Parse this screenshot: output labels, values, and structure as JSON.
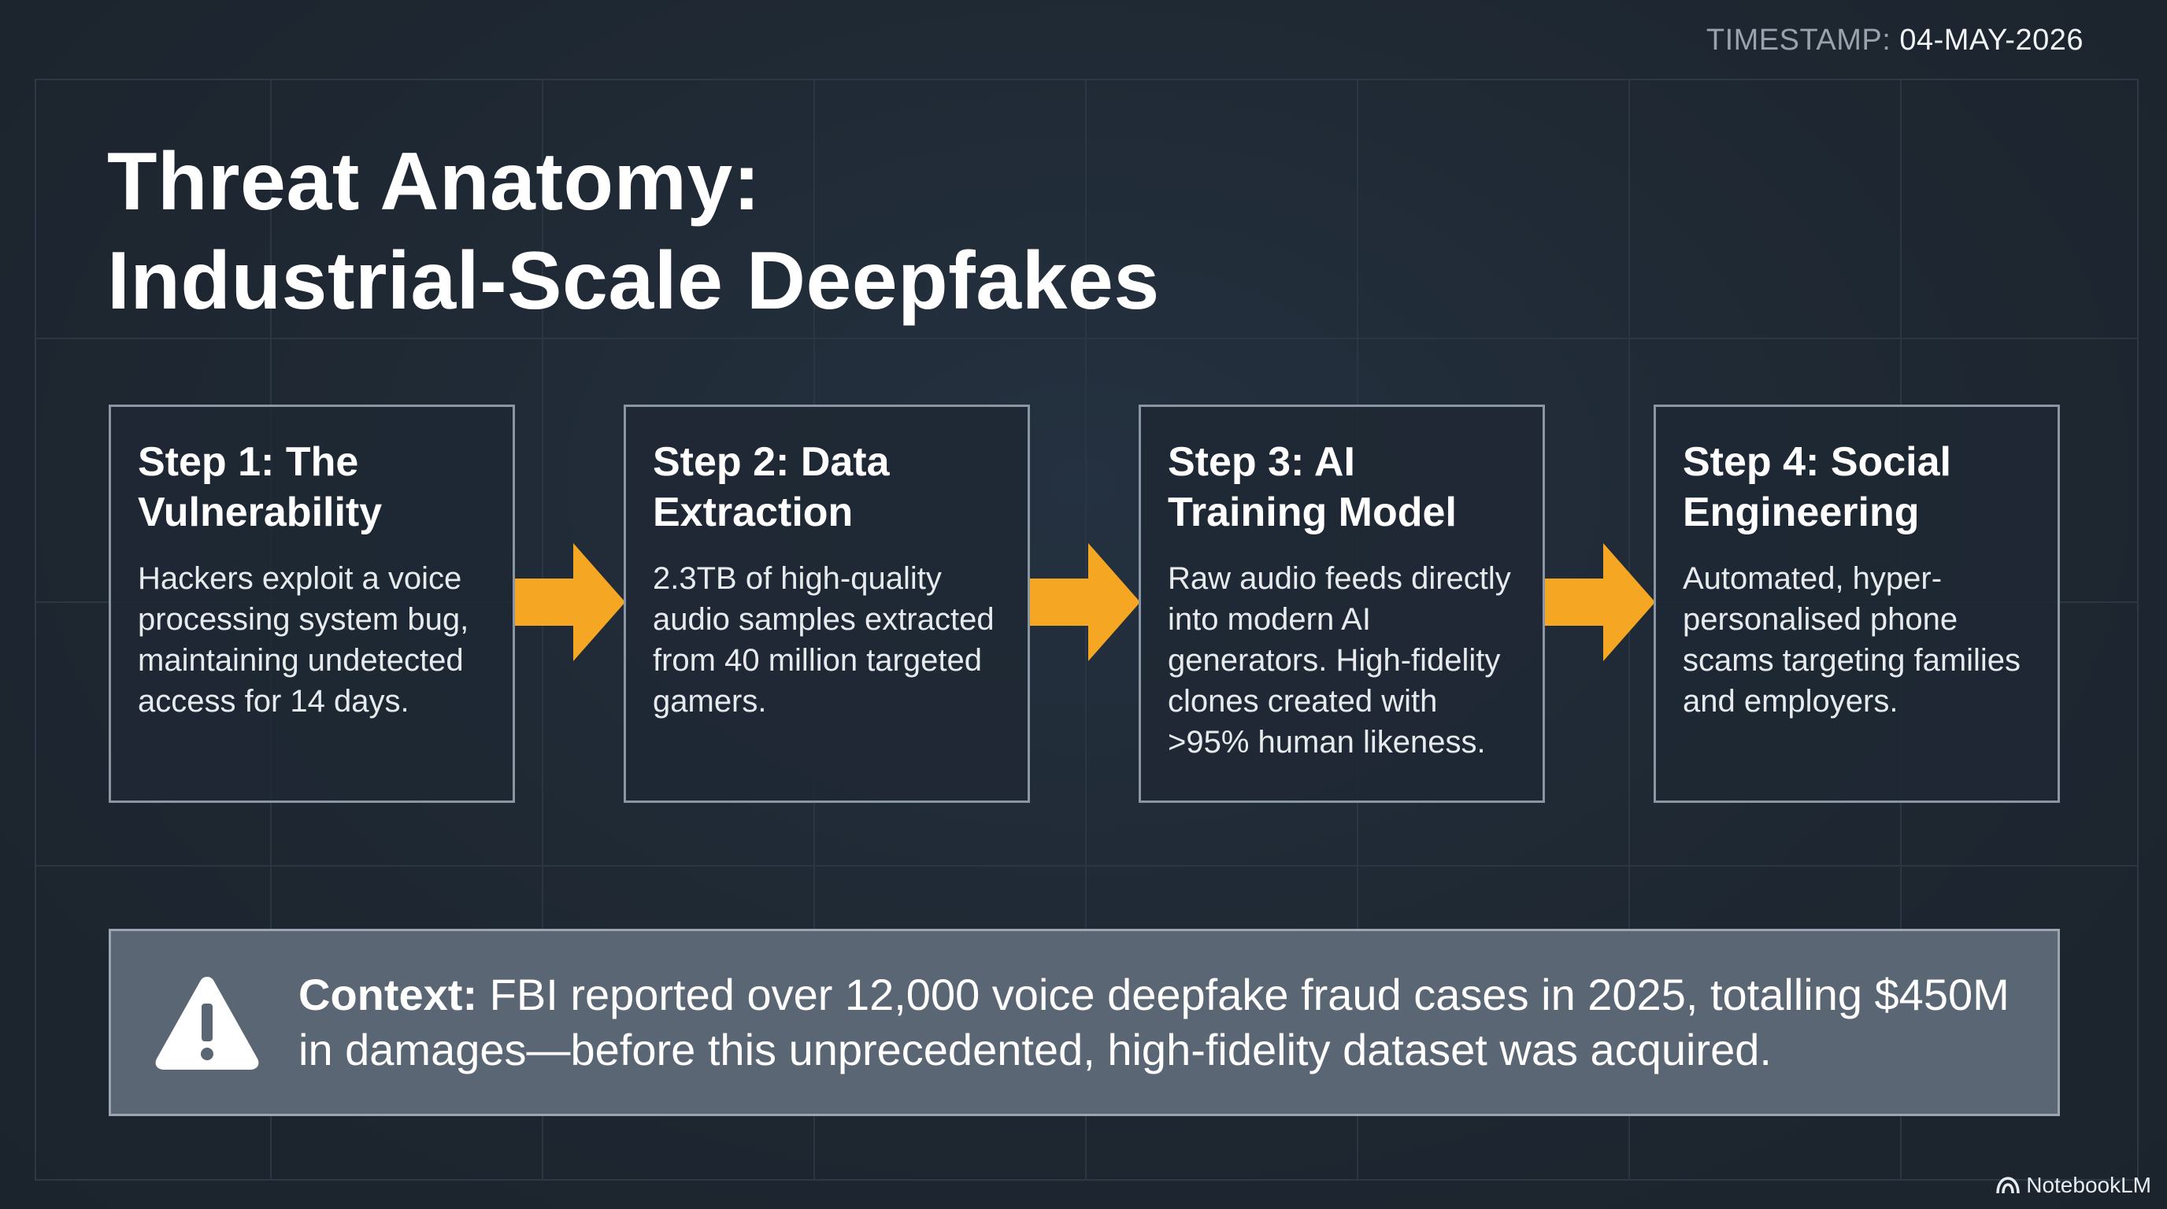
{
  "timestamp": {
    "label": "TIMESTAMP:",
    "value": "04-MAY-2026"
  },
  "title": {
    "line1": "Threat Anatomy:",
    "line2": "Industrial-Scale Deepfakes"
  },
  "steps": [
    {
      "title": "Step 1: The Vulnerability",
      "body": "Hackers exploit a voice processing system bug, maintaining undetected access for 14 days."
    },
    {
      "title": "Step 2: Data Extraction",
      "body": "2.3TB of high-quality audio samples extracted from 40 million targeted gamers."
    },
    {
      "title": "Step 3: AI Training Model",
      "body": "Raw audio feeds directly into modern AI generators. High-fidelity clones created with >95% human likeness."
    },
    {
      "title": "Step 4: Social Engineering",
      "body": "Automated, hyper-personalised phone scams targeting families and employers."
    }
  ],
  "context": {
    "label": "Context:",
    "text": " FBI reported over 12,000 voice deepfake fraud cases in 2025, totalling $450M in damages—before this unprecedented, high-fidelity dataset was acquired."
  },
  "brand": {
    "name": "NotebookLM"
  },
  "colors": {
    "background": "#1f2833",
    "arrow": "#f5a623",
    "context_panel": "#5a6673",
    "step_border": "#8a96a3"
  },
  "icons": {
    "arrow": "right-arrow-icon",
    "warning": "warning-icon",
    "brand": "notebooklm-logo-icon"
  }
}
